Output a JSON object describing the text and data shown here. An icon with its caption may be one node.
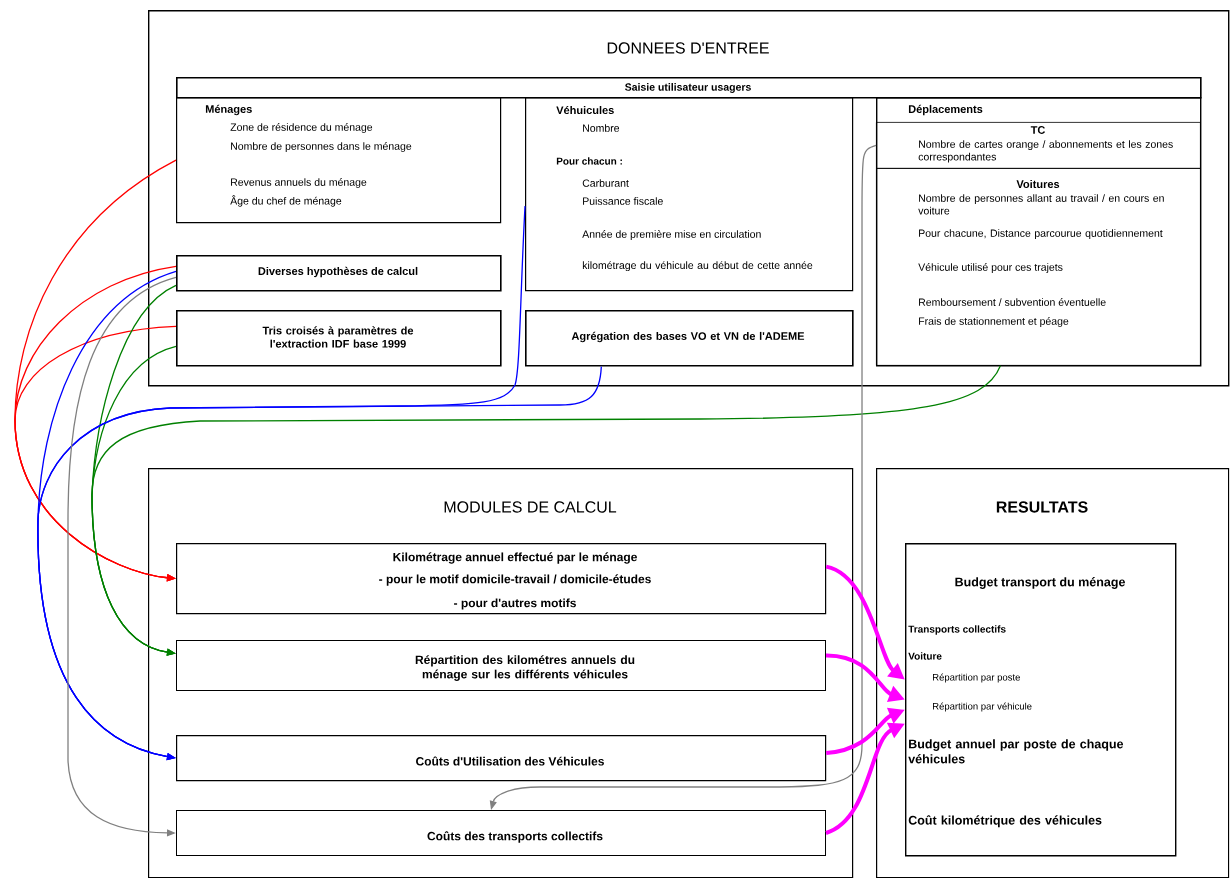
{
  "diagram": {
    "nodes": [
      {
        "text": [
          "DONNEES D'ENTREE"
        ]
      },
      {
        "text": [
          "Saisie utilisateur usagers"
        ],
        "in": 0
      },
      {
        "text": [
          "Ménages",
          "Zone de résidence du ménage",
          "Nombre de personnes dans le ménage",
          "Revenus annuels du ménage",
          "Âge du chef de ménage"
        ],
        "in": 0
      },
      {
        "text": [
          "Véhuicules",
          "Nombre",
          "Pour chacun :",
          "Carburant",
          "Puissance fiscale",
          "Année de première mise en circulation",
          "kilométrage du véhicule au début de cette année"
        ],
        "in": 0
      },
      {
        "text": [
          "Déplacements"
        ],
        "in": 0
      },
      {
        "text": [
          "TC",
          "Nombre de cartes orange / abonnements et les zones correspondantes"
        ],
        "in": 4
      },
      {
        "text": [
          "Voitures",
          "Nombre de personnes allant au travail / en cours en voiture",
          "Pour chacune, Distance parcourue quotidiennement",
          "Véhicule utilisé pour ces trajets",
          "Remboursement / subvention éventuelle",
          "Frais de stationnement et péage"
        ],
        "in": 4
      },
      {
        "text": [
          "Diverses hypothèses de calcul"
        ],
        "in": 0
      },
      {
        "text": [
          "Tris croisés à paramètres de l'extraction IDF base 1999"
        ],
        "in": 0
      },
      {
        "text": [
          "Agrégation des bases VO et VN de l'ADEME"
        ],
        "in": 0
      },
      {
        "text": [
          "MODULES DE CALCUL"
        ]
      },
      {
        "text": [
          "Kilométrage annuel effectué par le ménage",
          "- pour le motif domicile-travail / domicile-études",
          "- pour d'autres motifs"
        ],
        "in": 10
      },
      {
        "text": [
          "Répartition des kilométres annuels du ménage sur les différents véhicules"
        ],
        "in": 10
      },
      {
        "text": [
          "Coûts d'Utilisation des Véhicules"
        ],
        "in": 10
      },
      {
        "text": [
          "Coûts des transports collectifs"
        ],
        "in": 10
      },
      {
        "text": [
          "RESULTATS"
        ]
      },
      {
        "text": [
          "Budget transport du ménage",
          "Transports collectifs",
          "Voiture",
          "Répartition par poste",
          "Répartition par véhicule",
          "Budget annuel par poste de chaque véhicules",
          "Coût kilométrique des véhicules"
        ],
        "in": 15
      }
    ],
    "edges": [
      {
        "from": 2,
        "to": 11,
        "arrow": "to",
        "color": "#ff0000"
      },
      {
        "from": 7,
        "to": 11,
        "arrow": "to",
        "color": "#ff0000"
      },
      {
        "from": 8,
        "to": 11,
        "arrow": "to",
        "color": "#ff0000"
      },
      {
        "from": 7,
        "to": 12,
        "arrow": "to",
        "color": "#008000"
      },
      {
        "from": 8,
        "to": 12,
        "arrow": "to",
        "color": "#008000"
      },
      {
        "from": 6,
        "to": 12,
        "arrow": "to",
        "color": "#008000"
      },
      {
        "from": 7,
        "to": 13,
        "arrow": "to",
        "color": "#0000ff"
      },
      {
        "from": 3,
        "to": 13,
        "arrow": "to",
        "color": "#0000ff"
      },
      {
        "from": 9,
        "to": 13,
        "arrow": "to",
        "color": "#0000ff"
      },
      {
        "from": 7,
        "to": 14,
        "arrow": "to",
        "color": "#808080"
      },
      {
        "from": 5,
        "to": 14,
        "arrow": "to",
        "color": "#808080"
      },
      {
        "from": 11,
        "to": 16,
        "arrow": "to",
        "style": "thick",
        "color": "#ff00ff"
      },
      {
        "from": 12,
        "to": 16,
        "arrow": "to",
        "style": "thick",
        "color": "#ff00ff"
      },
      {
        "from": 13,
        "to": 16,
        "arrow": "to",
        "style": "thick",
        "color": "#ff00ff"
      },
      {
        "from": 14,
        "to": 16,
        "arrow": "to",
        "style": "thick",
        "color": "#ff00ff"
      }
    ]
  }
}
